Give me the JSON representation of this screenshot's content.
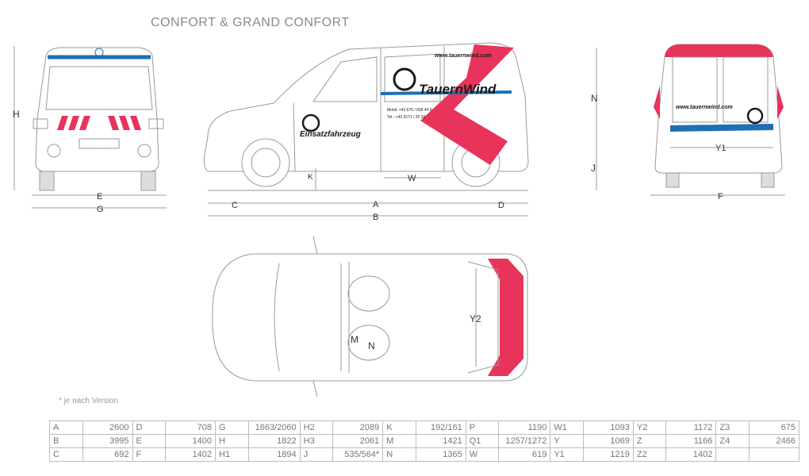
{
  "title": "CONFORT & GRAND CONFORT",
  "note": "* je nach Version",
  "brand": {
    "name": "TauernWind",
    "url": "www.tauernwind.com",
    "side_label": "Einsatzfahrzeug",
    "phone1": "Mobil: +43 676 / 658 44 0",
    "phone2": "Tel.: +43 2571 / 25 26",
    "accent": "#e8335a",
    "blue": "#1f6fb3",
    "dark": "#1a1a1a"
  },
  "dimension_labels": {
    "front": [
      "H",
      "E",
      "G"
    ],
    "side": [
      "A",
      "B",
      "C",
      "D",
      "K",
      "W",
      "N",
      "J"
    ],
    "rear": [
      "Y1",
      "F"
    ],
    "top": [
      "M",
      "N",
      "Y2"
    ]
  },
  "specs": [
    [
      [
        "A",
        "2600"
      ],
      [
        "D",
        "708"
      ],
      [
        "G",
        "1663/2060"
      ],
      [
        "H2",
        "2089"
      ],
      [
        "K",
        "192/161"
      ],
      [
        "P",
        "1190"
      ],
      [
        "W1",
        "1093"
      ],
      [
        "Y2",
        "1172"
      ],
      [
        "Z3",
        "675"
      ]
    ],
    [
      [
        "B",
        "3995"
      ],
      [
        "E",
        "1400"
      ],
      [
        "H",
        "1822"
      ],
      [
        "H3",
        "2061"
      ],
      [
        "M",
        "1421"
      ],
      [
        "Q1",
        "1257/1272"
      ],
      [
        "Y",
        "1069"
      ],
      [
        "Z",
        "1166"
      ],
      [
        "Z4",
        "2466"
      ]
    ],
    [
      [
        "C",
        "692"
      ],
      [
        "F",
        "1402"
      ],
      [
        "H1",
        "1894"
      ],
      [
        "J",
        "535/564*"
      ],
      [
        "N",
        "1365"
      ],
      [
        "W",
        "619"
      ],
      [
        "Y1",
        "1219"
      ],
      [
        "Z2",
        "1402"
      ],
      [
        "",
        ""
      ]
    ]
  ]
}
